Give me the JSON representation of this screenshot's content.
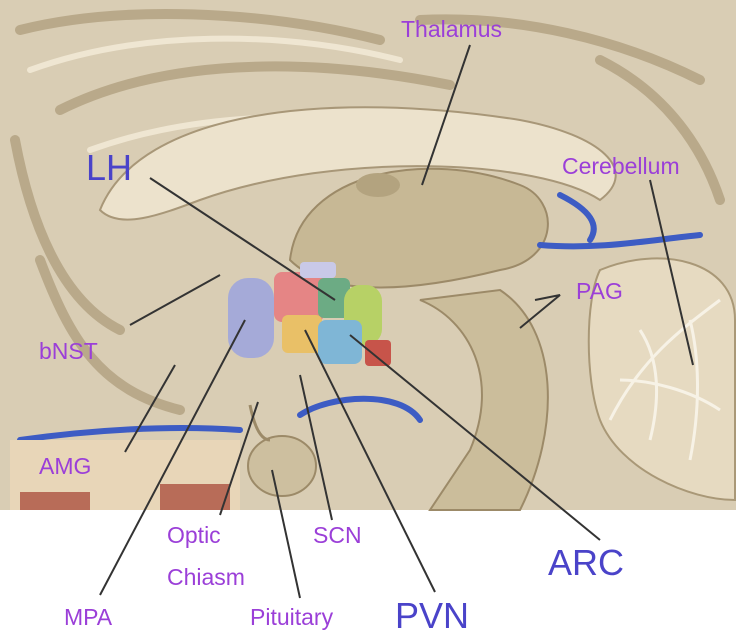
{
  "labels": {
    "thalamus": "Thalamus",
    "lh": "LH",
    "cerebellum": "Cerebellum",
    "pag": "PAG",
    "bnst": "bNST",
    "amg": "AMG",
    "optic_chiasm_line1": "Optic",
    "optic_chiasm_line2": "Chiasm",
    "scn": "SCN",
    "arc": "ARC",
    "mpa": "MPA",
    "pituitary": "Pituitary",
    "pvn": "PVN"
  },
  "colors": {
    "small_label": "#9b3fd8",
    "large_label": "#4a43c9",
    "leader_line": "#333333",
    "tissue_background": "#d9cdb4",
    "ventricle": "#3d5cc4"
  }
}
